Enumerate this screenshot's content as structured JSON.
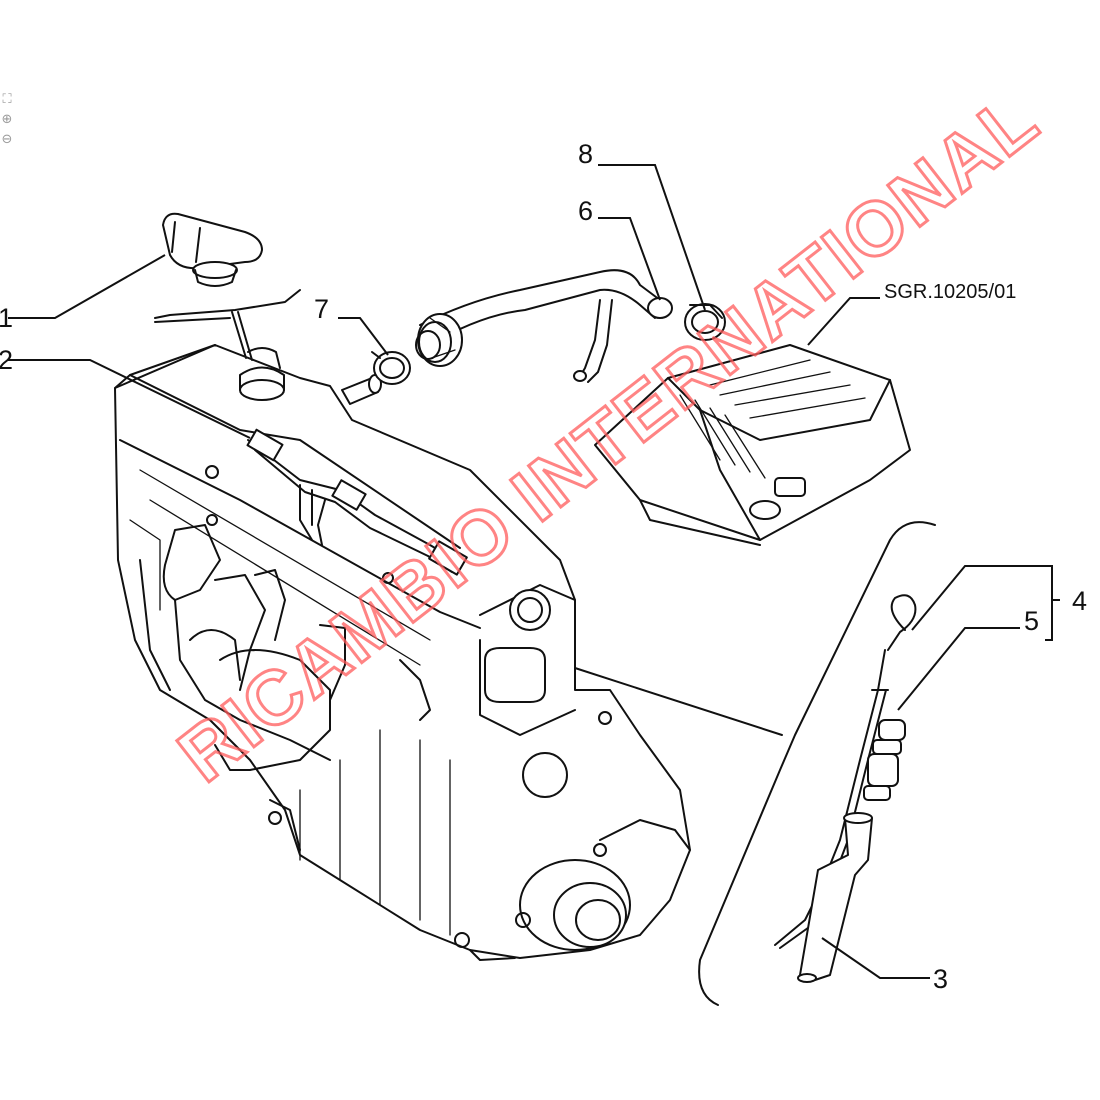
{
  "diagram": {
    "reference_code": "SGR.10205/01",
    "callouts": [
      {
        "id": "1",
        "label": "1"
      },
      {
        "id": "2",
        "label": "2"
      },
      {
        "id": "3",
        "label": "3"
      },
      {
        "id": "4",
        "label": "4"
      },
      {
        "id": "5",
        "label": "5"
      },
      {
        "id": "6",
        "label": "6"
      },
      {
        "id": "7",
        "label": "7"
      },
      {
        "id": "8",
        "label": "8"
      }
    ],
    "watermark": "RICAMBIO INTERNATIONAL"
  },
  "colors": {
    "line": "#111111",
    "watermark": "#ff5b5b",
    "background": "#ffffff"
  },
  "toolbar": {
    "icons": [
      "fit-screen-icon",
      "zoom-in-icon",
      "zoom-out-icon"
    ]
  }
}
